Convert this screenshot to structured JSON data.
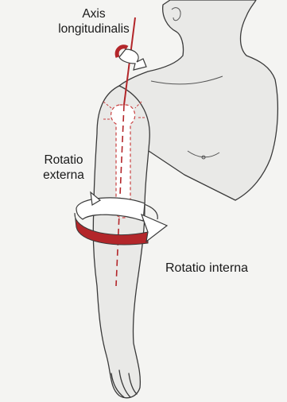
{
  "labels": {
    "axis": {
      "line1": "Axis",
      "line2": "longitudinalis"
    },
    "external": {
      "line1": "Rotatio",
      "line2": "externa"
    },
    "internal": {
      "line1": "Rotatio interna"
    }
  },
  "colors": {
    "background": "#f4f4f2",
    "skin": "#e9e9e7",
    "outline": "#3a3a3a",
    "axis_red": "#b3262a",
    "arrow_fill": "#ffffff",
    "bone": "#ffffff"
  }
}
